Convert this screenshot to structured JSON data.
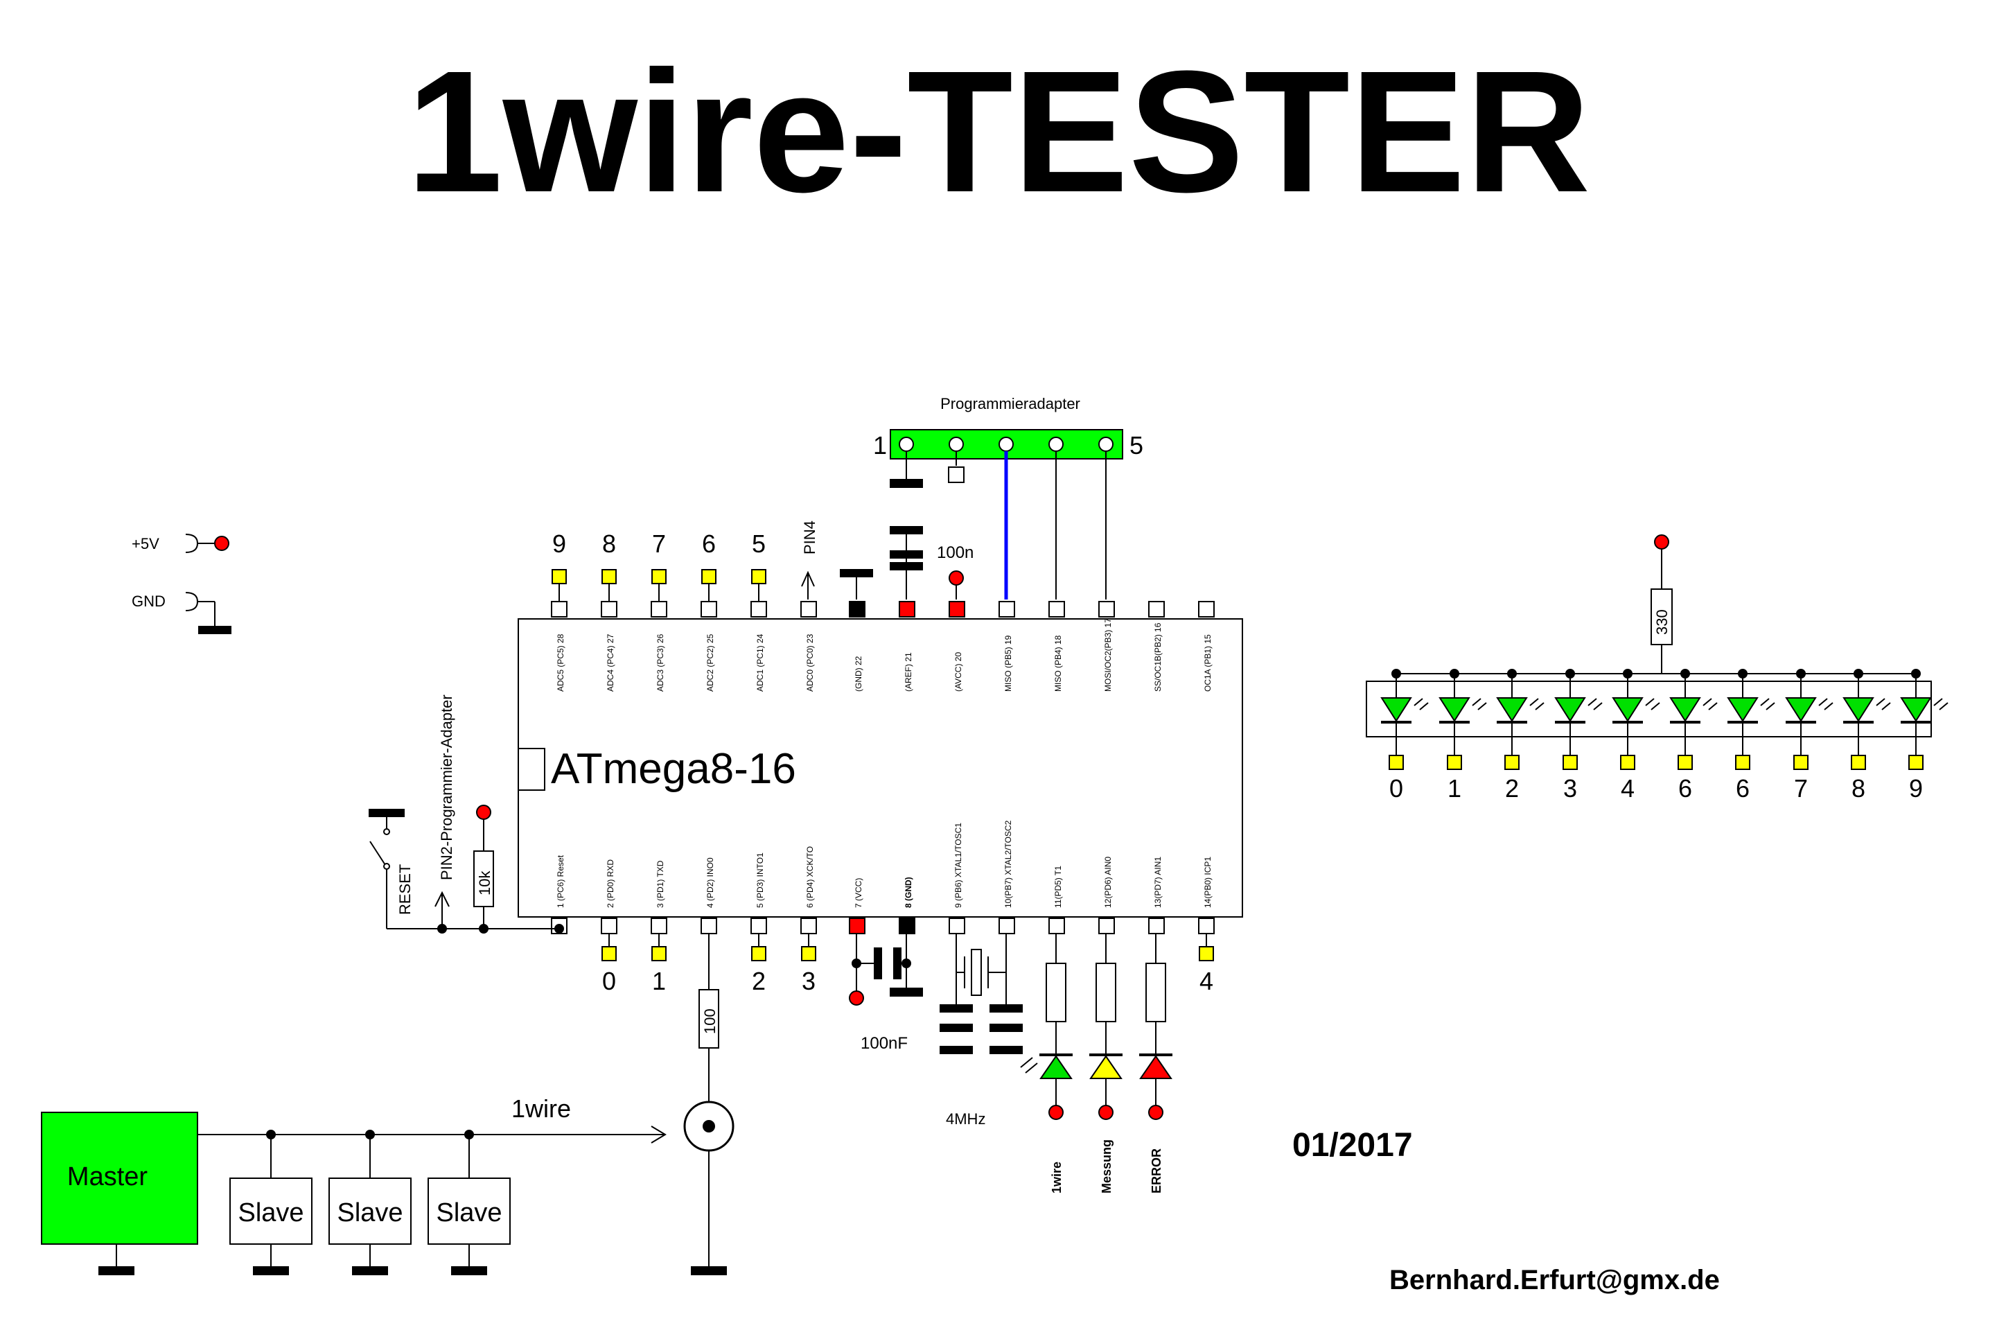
{
  "title": "1wire-TESTER",
  "chip": {
    "name": "ATmega8-16",
    "top_pins": [
      "ADC5 (PC5) 28",
      "ADC4 (PC4) 27",
      "ADC3 (PC3) 26",
      "ADC2 (PC2) 25",
      "ADC1 (PC1) 24",
      "ADC0 (PC0) 23",
      "(GND) 22",
      "(AREF) 21",
      "(AVCC) 20",
      "MISO (PB5) 19",
      "MISO (PB4) 18",
      "MOSI/OC2(PB3) 17",
      "SS/OC1B(PB2) 16",
      "OC1A (PB1) 15"
    ],
    "bottom_pins": [
      "1 (PC6) Reset",
      "2 (PD0) RXD",
      "3 (PD1) TXD",
      "4 (PD2) INO0",
      "5 (PD3) INTO1",
      "6 (PD4) XCK/TO",
      "7 (VCC)",
      "8 (GND)",
      "9 (PB6) XTAL1/TOSC1",
      "10(PB7) XTAL2/TOSC2",
      "11(PD5) T1",
      "12(PD6) AIN0",
      "13(PD7) AIN1",
      "14(PB0) ICP1"
    ]
  },
  "programmer": {
    "label": "Programmieradapter",
    "pin_first": "1",
    "pin_last": "5"
  },
  "top_digits": [
    "9",
    "8",
    "7",
    "6",
    "5"
  ],
  "pin4_label": "PIN4",
  "cap_100n": "100n",
  "power": {
    "vcc_label": "+5V",
    "gnd_label": "GND"
  },
  "reset": {
    "switch_label": "RESET",
    "resistor": "10k",
    "adapter_label": "PIN2-Programmier-Adapter"
  },
  "bottom_digits": [
    "0",
    "1",
    "2",
    "3"
  ],
  "digit_4": "4",
  "resistor_100": "100",
  "cap_100nF": "100nF",
  "crystal": "4MHz",
  "status_leds": [
    "1wire",
    "Messung",
    "ERROR"
  ],
  "bus": {
    "master": "Master",
    "slaves": [
      "Slave",
      "Slave",
      "Slave"
    ],
    "label": "1wire"
  },
  "date": "01/2017",
  "email": "Bernhard.Erfurt@gmx.de",
  "display": {
    "resistor": "330",
    "digits": [
      "0",
      "1",
      "2",
      "3",
      "4",
      "6",
      "6",
      "7",
      "8",
      "9"
    ]
  },
  "colors": {
    "pad_yellow": "#ffff00",
    "pad_red": "#ff0000",
    "led_green": "#00e000",
    "led_yellow": "#ffff00",
    "led_red": "#ff0000",
    "wire_blue": "#0000ff",
    "master_green": "#00ff00"
  }
}
